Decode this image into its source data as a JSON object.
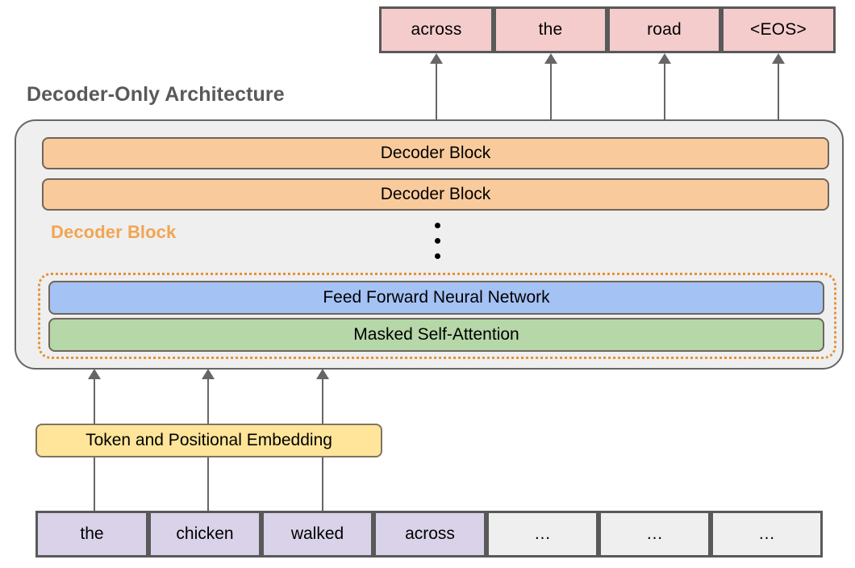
{
  "title": "Decoder-Only Architecture",
  "output_tokens": [
    {
      "label": "across"
    },
    {
      "label": "the"
    },
    {
      "label": "road"
    },
    {
      "label": "<EOS>"
    }
  ],
  "decoder_blocks": [
    {
      "label": "Decoder Block"
    },
    {
      "label": "Decoder Block"
    }
  ],
  "vertical_ellipsis": "⋮",
  "inner_block": {
    "caption": "Decoder Block",
    "layers": [
      {
        "label": "Feed Forward Neural Network"
      },
      {
        "label": "Masked Self-Attention"
      }
    ]
  },
  "embedding": {
    "label": "Token and Positional Embedding"
  },
  "input_tokens": [
    {
      "label": "the",
      "filled": true
    },
    {
      "label": "chicken",
      "filled": true
    },
    {
      "label": "walked",
      "filled": true
    },
    {
      "label": "across",
      "filled": true
    },
    {
      "label": "…",
      "filled": false
    },
    {
      "label": "…",
      "filled": false
    },
    {
      "label": "…",
      "filled": false
    }
  ],
  "colors": {
    "output_token": "#f4cccc",
    "decoder_block": "#f9cb9c",
    "container": "#efefef",
    "ffn": "#a4c2f4",
    "attention": "#b6d7a8",
    "embedding": "#ffe599",
    "input_token": "#d9d2e9",
    "input_placeholder": "#efefef",
    "caption_orange": "#f2a552",
    "title_gray": "#595959",
    "stroke": "#666666"
  }
}
